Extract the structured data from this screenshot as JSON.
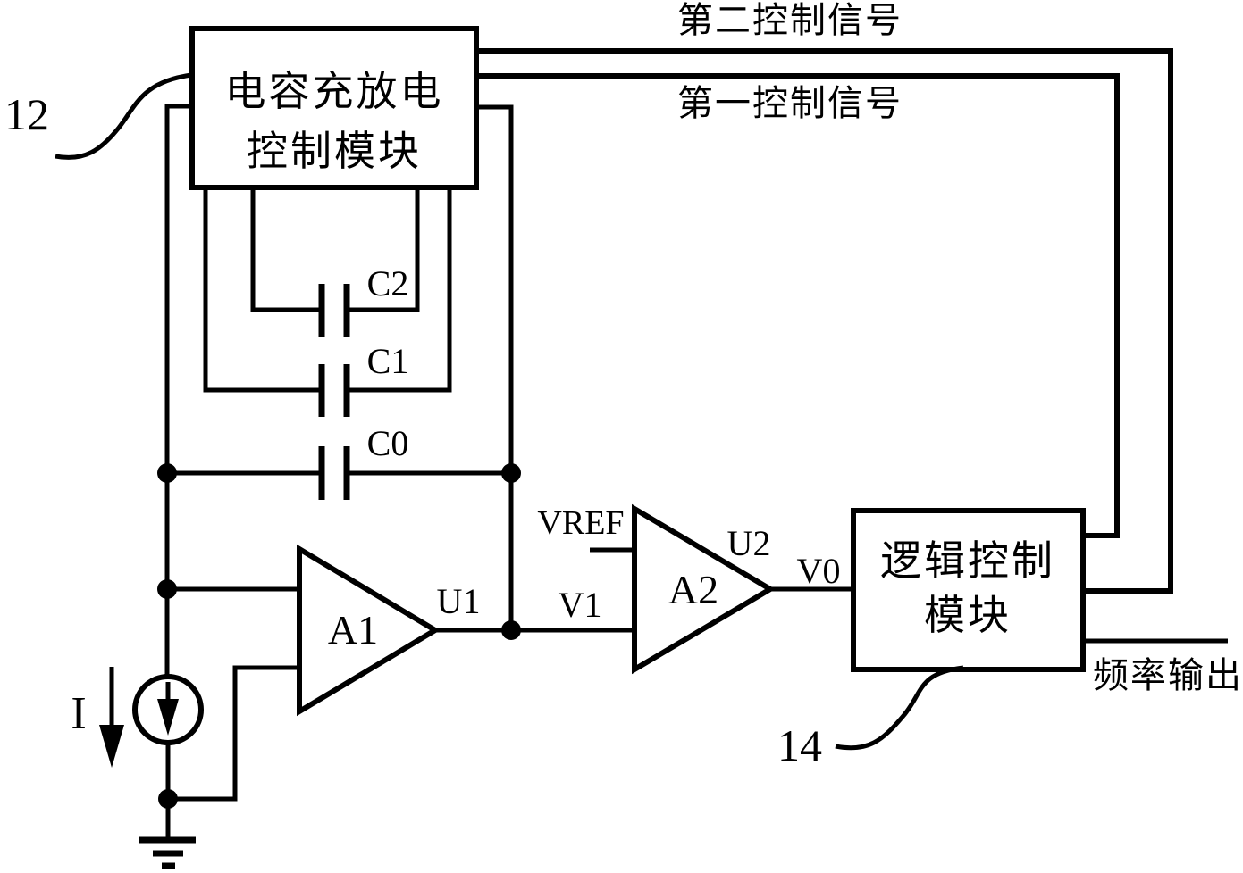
{
  "diagram": {
    "reference_numerals": {
      "capacitor_module": "12",
      "logic_module": "14"
    },
    "modules": {
      "capacitor_module": {
        "title_line1": "电容充放电",
        "title_line2": "控制模块"
      },
      "logic_module": {
        "title_line1": "逻辑控制",
        "title_line2": "模块"
      }
    },
    "signals": {
      "second_control": "第二控制信号",
      "first_control": "第一控制信号",
      "vref": "VREF",
      "u1": "U1",
      "v1": "V1",
      "u2": "U2",
      "v0": "V0",
      "frequency_output": "频率输出",
      "current": "I"
    },
    "components": {
      "amplifier_a1": "A1",
      "amplifier_a2": "A2",
      "capacitor_c2": "C2",
      "capacitor_c1": "C1",
      "capacitor_c0": "C0"
    },
    "colors": {
      "line": "#000000",
      "background": "#ffffff"
    }
  }
}
